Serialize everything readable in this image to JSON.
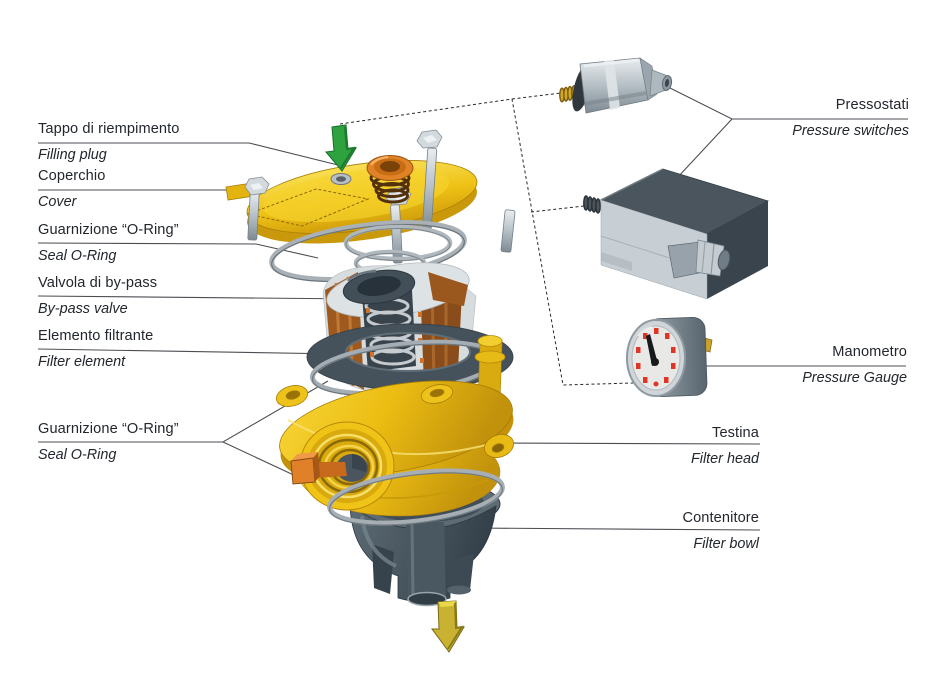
{
  "diagram": {
    "type": "exploded-view-technical-diagram",
    "subject": "hydraulic-filter-assembly",
    "background": "#ffffff",
    "labels": [
      {
        "id": "filling-plug",
        "side": "left",
        "it": "Tappo di riempimento",
        "en": "Filling plug"
      },
      {
        "id": "cover",
        "side": "left",
        "it": "Coperchio",
        "en": "Cover"
      },
      {
        "id": "seal-o-ring-top",
        "side": "left",
        "it": "Guarnizione “O-Ring”",
        "en": "Seal O-Ring"
      },
      {
        "id": "by-pass-valve",
        "side": "left",
        "it": "Valvola di by-pass",
        "en": "By-pass valve"
      },
      {
        "id": "filter-element",
        "side": "left",
        "it": "Elemento filtrante",
        "en": "Filter element"
      },
      {
        "id": "seal-o-ring-bottom",
        "side": "left",
        "it": "Guarnizione “O-Ring”",
        "en": "Seal O-Ring"
      },
      {
        "id": "pressure-switches",
        "side": "right",
        "it": "Pressostati",
        "en": "Pressure switches"
      },
      {
        "id": "pressure-gauge",
        "side": "right",
        "it": "Manometro",
        "en": "Pressure Gauge"
      },
      {
        "id": "filter-head",
        "side": "right",
        "it": "Testina",
        "en": "Filter head"
      },
      {
        "id": "filter-bowl",
        "side": "right",
        "it": "Contenitore",
        "en": "Filter bowl"
      }
    ],
    "components": [
      {
        "name": "cover-bolts",
        "color": "#c9d2d8"
      },
      {
        "name": "cover",
        "color": "#f0c41a"
      },
      {
        "name": "inlet-flow-arrow",
        "color": "#2da23e"
      },
      {
        "name": "filling-plug",
        "color": "#e08226"
      },
      {
        "name": "seal-o-ring",
        "color": "#a9b1b7"
      },
      {
        "name": "by-pass-valve-spring",
        "color": "#b0b8be"
      },
      {
        "name": "filter-element",
        "color": "#9e5a1e"
      },
      {
        "name": "filter-base-ring",
        "color": "#46525b"
      },
      {
        "name": "filter-head",
        "color": "#eebd12"
      },
      {
        "name": "drain-plug",
        "color": "#e0812a"
      },
      {
        "name": "filter-bowl",
        "color": "#46535d"
      },
      {
        "name": "outlet-flow-arrow",
        "color": "#c9b232"
      },
      {
        "name": "pressure-switch-cylindrical",
        "color": "#b9c1c7"
      },
      {
        "name": "pressure-switch-block",
        "color": "#c8cfd4"
      },
      {
        "name": "pressure-gauge",
        "color": "#e8e8e6"
      }
    ],
    "colors": {
      "body_yellow": "#f0c41a",
      "head_yellow": "#eebd12",
      "inlet_arrow_green": "#2da23e",
      "outlet_arrow_yellow": "#c9b232",
      "plug_orange": "#e0812a",
      "filter_brown": "#9e5a1e",
      "slate_dark": "#46535d",
      "metal_gray": "#b9c1c7",
      "gauge_tick_red": "#e03524",
      "leader_line": "#4a4e53",
      "dashed_line": "#26292d",
      "label_text": "#22272d"
    }
  }
}
